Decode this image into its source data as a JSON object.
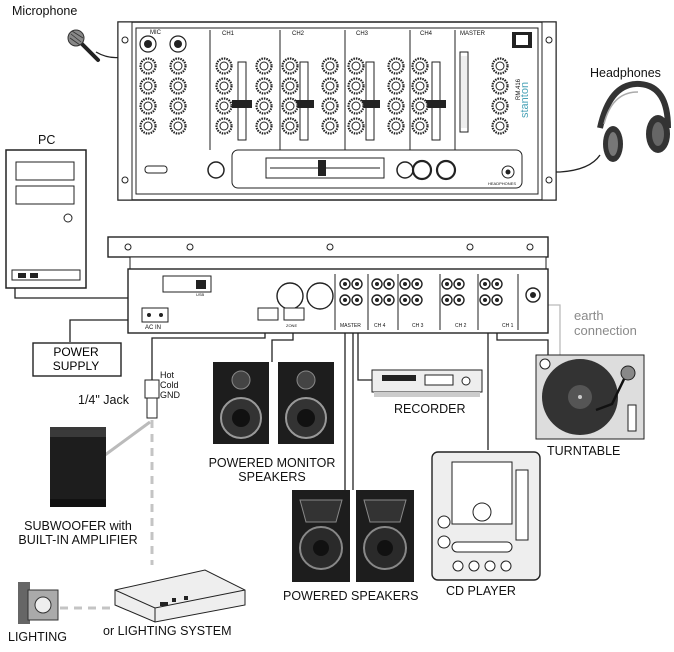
{
  "labels": {
    "microphone": "Microphone",
    "pc": "PC",
    "headphones": "Headphones",
    "power_supply": [
      "POWER",
      "SUPPLY"
    ],
    "jack": "1/4\" Jack",
    "hot": "Hot",
    "cold": "Cold",
    "gnd": "GND",
    "earth": [
      "earth",
      "connection"
    ],
    "recorder": "RECORDER",
    "turntable": "TURNTABLE",
    "monitor_speakers": [
      "POWERED MONITOR",
      "SPEAKERS"
    ],
    "subwoofer": [
      "SUBWOOFER with",
      "BUILT-IN AMPLIFIER"
    ],
    "powered_speakers": "POWERED SPEAKERS",
    "cd_player": "CD PLAYER",
    "lighting": "LIGHTING",
    "lighting_system": "or LIGHTING SYSTEM"
  },
  "mixer": {
    "channels": [
      "CH1",
      "CH2",
      "CH3",
      "CH4"
    ],
    "mic": "MIC",
    "master": "MASTER",
    "brand": "stanton",
    "model": "RM.416",
    "headphones": "HEADPHONES"
  },
  "rear_panel": {
    "ac_in": "AC IN",
    "usb": "USB",
    "master": "MASTER",
    "zone": "ZONE",
    "ch_labels": [
      "CH 4",
      "CH 3",
      "CH 2",
      "CH 1"
    ]
  },
  "colors": {
    "line": "#222222",
    "gray_cable": "#bbbbbb",
    "dashed_cable": "#c4c4c4",
    "speaker": "#1d1d1d",
    "accent": "#4aa3b7"
  }
}
